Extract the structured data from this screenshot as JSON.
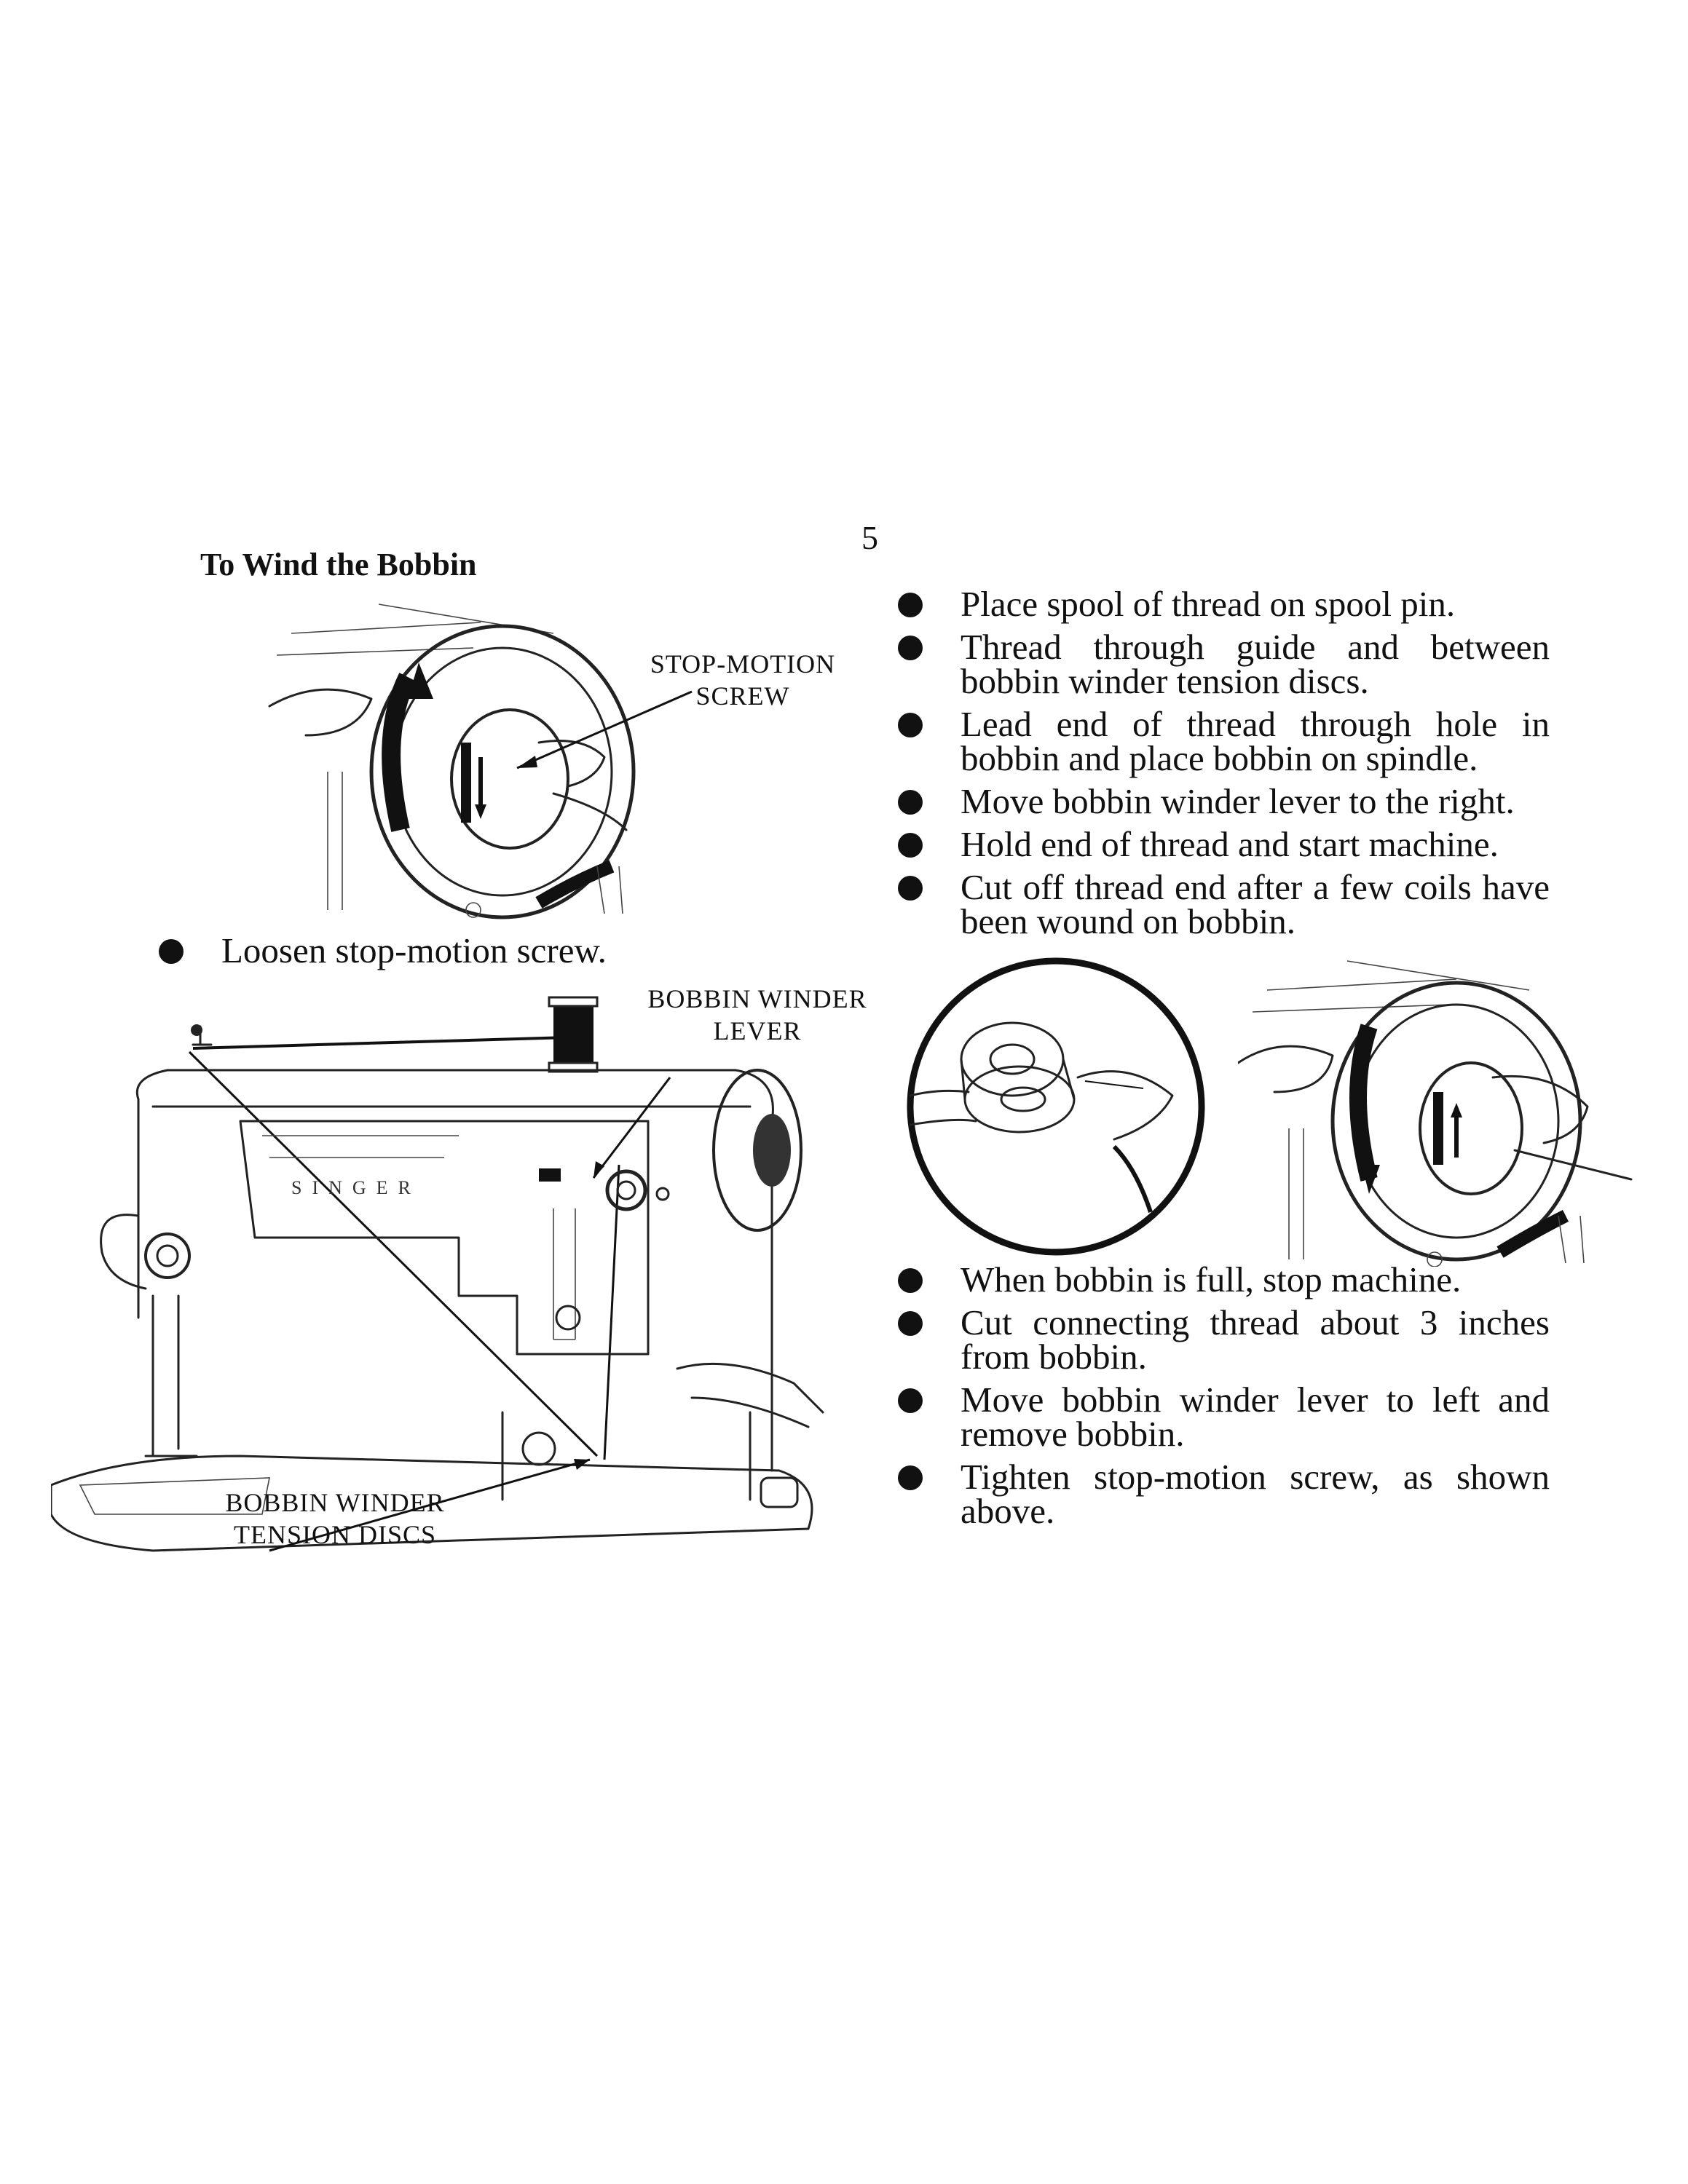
{
  "page": {
    "number": "5",
    "title": "To Wind the Bobbin"
  },
  "labels": {
    "stop_motion_screw_line1": "STOP-MOTION",
    "stop_motion_screw_line2": "SCREW",
    "bobbin_winder_lever_line1": "BOBBIN  WINDER",
    "bobbin_winder_lever_line2": "LEVER",
    "tension_discs_line1": "BOBBIN  WINDER",
    "tension_discs_line2": "TENSION  DISCS",
    "machine_brand": "SINGER"
  },
  "left_steps": [
    "Loosen stop-motion screw."
  ],
  "right_steps_top": [
    "Place spool of thread on spool pin.",
    "Thread through guide and between bobbin winder tension discs.",
    "Lead end of thread through hole in bobbin and place bobbin on spindle.",
    "Move bobbin winder lever to the right.",
    "Hold end of thread and start machine.",
    "Cut off thread end after a few coils have been wound on bobbin."
  ],
  "right_steps_bottom": [
    "When bobbin is full, stop machine.",
    "Cut connecting thread about 3 inches from bobbin.",
    "Move bobbin winder lever to left and remove bobbin.",
    "Tighten stop-motion screw, as shown above."
  ]
}
